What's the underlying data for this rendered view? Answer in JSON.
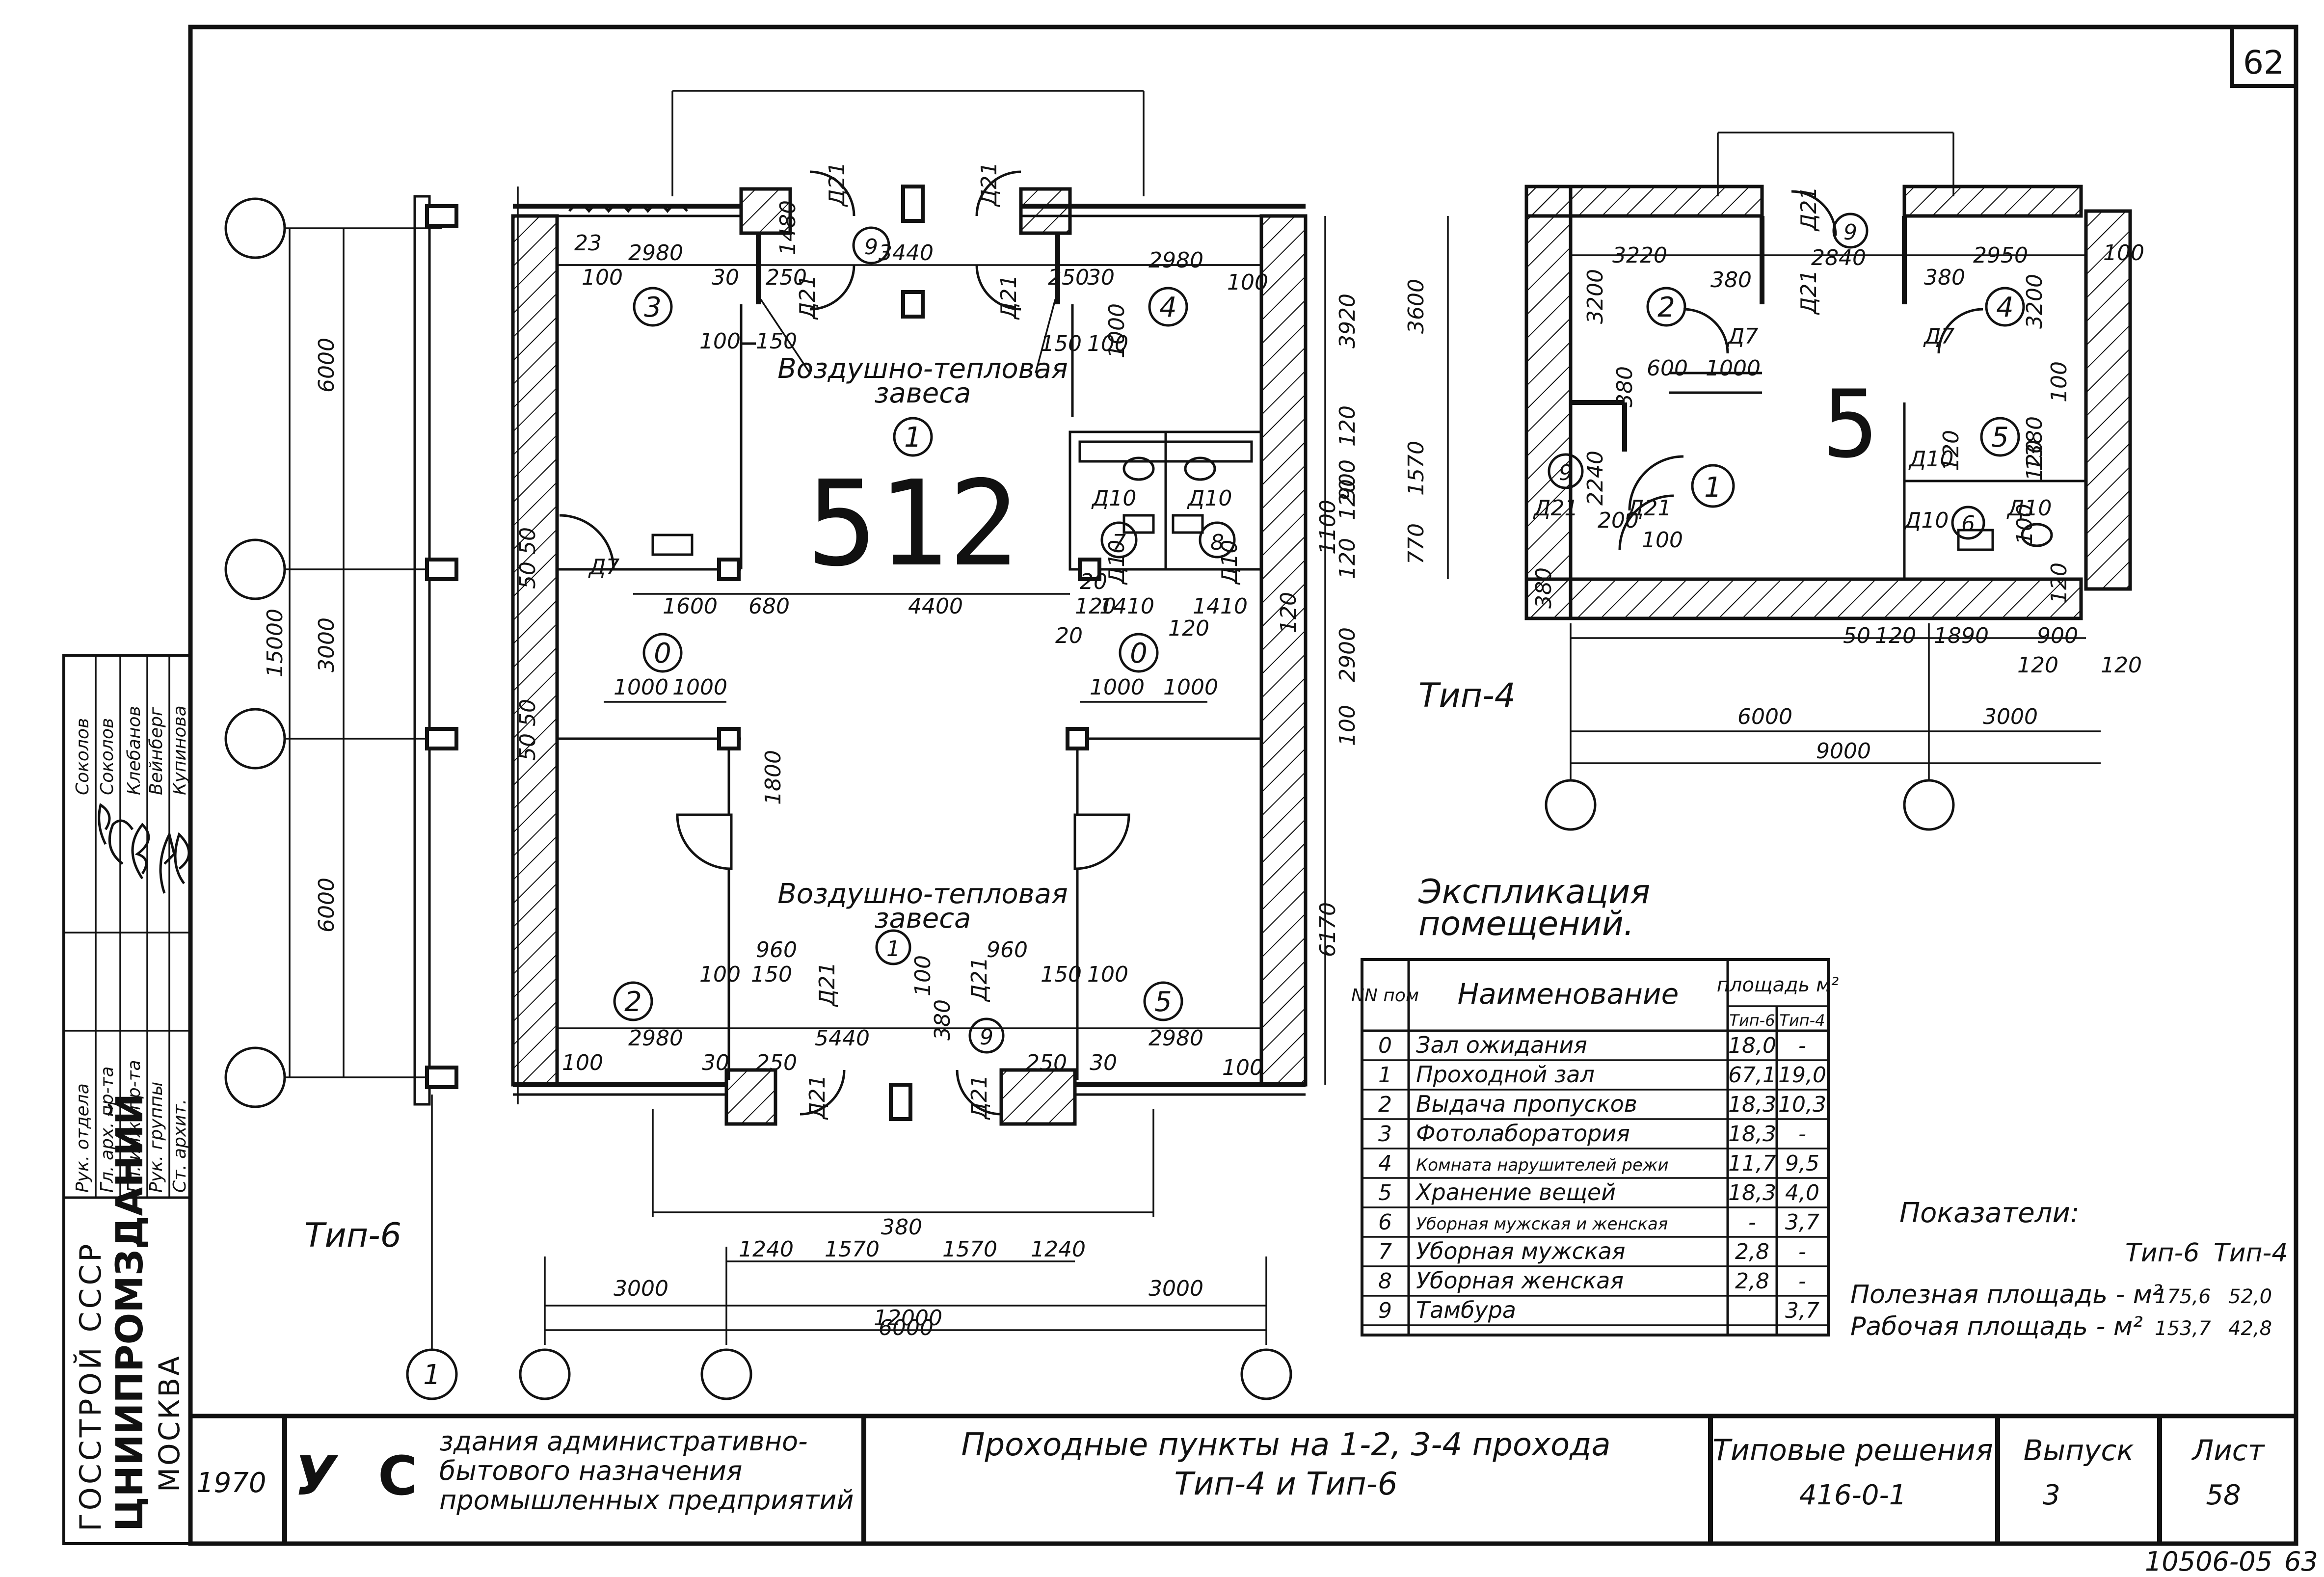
{
  "sheet_number": "62",
  "footer_code": "10506-05",
  "footer_page": "63",
  "type6": {
    "label": "Тип-6",
    "room_labels": [
      "3",
      "4",
      "1",
      "0",
      "0",
      "2",
      "1",
      "5",
      "9",
      "9",
      "7",
      "8"
    ],
    "area_mark": "512",
    "air_curtain_top": [
      "Воздушно-тепловая",
      "завеса"
    ],
    "air_curtain_bottom": [
      "Воздушно-тепловая",
      "завеса"
    ],
    "doors": [
      "Д21",
      "Д21",
      "Д21",
      "Д21",
      "Д7",
      "Д10",
      "Д10",
      "Д10",
      "Д10",
      "Д21",
      "Д21",
      "Д21",
      "Д21"
    ],
    "dims_top_row": [
      "23",
      "2980",
      "30",
      "250",
      "1480",
      "3440",
      "2980",
      "30",
      "250",
      "100",
      "100"
    ],
    "dims_misc": [
      "100",
      "150",
      "150",
      "100",
      "1000",
      "1600",
      "680",
      "4400",
      "20",
      "120",
      "1410",
      "1410",
      "120",
      "20",
      "1000",
      "1000",
      "1000",
      "1000",
      "1800",
      "960",
      "960",
      "100",
      "150",
      "150",
      "100",
      "100",
      "380",
      "2980",
      "5440",
      "2980",
      "100",
      "30",
      "250",
      "250",
      "30",
      "100",
      "50",
      "50",
      "50",
      "50"
    ],
    "dims_right": [
      "3920",
      "120",
      "900",
      "120",
      "1100",
      "120",
      "2900",
      "120",
      "100",
      "6170"
    ],
    "dims_left": [
      "6000",
      "3000",
      "6000",
      "15000"
    ],
    "dims_bottom_row1": [
      "1240",
      "1570",
      "380",
      "1570",
      "1240"
    ],
    "dims_bottom_row2": [
      "3000",
      "6000",
      "3000"
    ],
    "dims_bottom_total": "12000",
    "axis_mark": "1"
  },
  "type4": {
    "label": "Тип-4",
    "room_labels": [
      "2",
      "4",
      "1",
      "5",
      "6",
      "9",
      "9"
    ],
    "area_mark": "5",
    "doors": [
      "Д21",
      "Д21",
      "Д7",
      "Д7",
      "Д10",
      "Д10",
      "Д10",
      "Д21",
      "Д21"
    ],
    "dims_top": [
      "3220",
      "2840",
      "2950",
      "380",
      "380",
      "100"
    ],
    "dims_misc": [
      "3200",
      "3200",
      "600",
      "1000",
      "380",
      "2240",
      "200",
      "100",
      "120",
      "1380",
      "120",
      "100",
      "120",
      "380",
      "100"
    ],
    "dims_left": [
      "3600",
      "1570",
      "770"
    ],
    "dims_bottom_row1": [
      "50",
      "120",
      "1890",
      "900",
      "120",
      "120"
    ],
    "dims_bottom_row2": [
      "6000",
      "3000"
    ],
    "dims_bottom_total": "9000"
  },
  "explication": {
    "title_line1": "Экспликация",
    "title_line2": "помещений.",
    "headers": {
      "num": "NN пом",
      "name": "Наименование",
      "area": "площадь м²",
      "t6": "Тип-6",
      "t4": "Тип-4"
    },
    "rows": [
      {
        "n": "0",
        "name": "Зал ожидания",
        "t6": "18,0",
        "t4": "-"
      },
      {
        "n": "1",
        "name": "Проходной зал",
        "t6": "67,1",
        "t4": "19,0"
      },
      {
        "n": "2",
        "name": "Выдача пропусков",
        "t6": "18,3",
        "t4": "10,3"
      },
      {
        "n": "3",
        "name": "Фотолаборатория",
        "t6": "18,3",
        "t4": "-"
      },
      {
        "n": "4",
        "name": "Комната нарушителей режи",
        "t6": "11,7",
        "t4": "9,5"
      },
      {
        "n": "5",
        "name": "Хранение вещей",
        "t6": "18,3",
        "t4": "4,0"
      },
      {
        "n": "6",
        "name": "Уборная мужская и женская",
        "t6": "-",
        "t4": "3,7"
      },
      {
        "n": "7",
        "name": "Уборная мужская",
        "t6": "2,8",
        "t4": "-"
      },
      {
        "n": "8",
        "name": "Уборная женская",
        "t6": "2,8",
        "t4": "-"
      },
      {
        "n": "9",
        "name": "Тамбура",
        "t6": "",
        "t4": "3,7"
      }
    ]
  },
  "indicators": {
    "title": "Показатели:",
    "col_t6": "Тип-6",
    "col_t4": "Тип-4",
    "rows": [
      {
        "name": "Полезная площадь - м²",
        "t6": "175,6",
        "t4": "52,0"
      },
      {
        "name": "Рабочая площадь - м²",
        "t6": "153,7",
        "t4": "42,8"
      }
    ]
  },
  "title_block": {
    "year": "1970",
    "mark_y": "У",
    "mark_c": "С",
    "category": [
      "здания административно-",
      "бытового назначения",
      "промышленных предприятий"
    ],
    "title_line1": "Проходные пункты на 1-2, 3-4 прохода",
    "title_line2": "Тип-4  и  Тип-6",
    "series_label": "Типовые решения",
    "series_value": "416-0-1",
    "issue_label": "Выпуск",
    "issue_value": "3",
    "sheet_label": "Лист",
    "sheet_value": "58"
  },
  "left_stamp": {
    "org1": "ГОССТРОЙ  СССР",
    "org2": "ЦНИИПРОМЗДАНИЙ",
    "org3": "МОСКВА",
    "roles": [
      "Рук. отдела",
      "Гл. арх. пр-та",
      "Гл. инж. пр-та",
      "Рук. группы",
      "Ст. архит."
    ],
    "names": [
      "Соколов",
      "Соколов",
      "Клебанов",
      "Вейнберг",
      "Купинова"
    ]
  }
}
